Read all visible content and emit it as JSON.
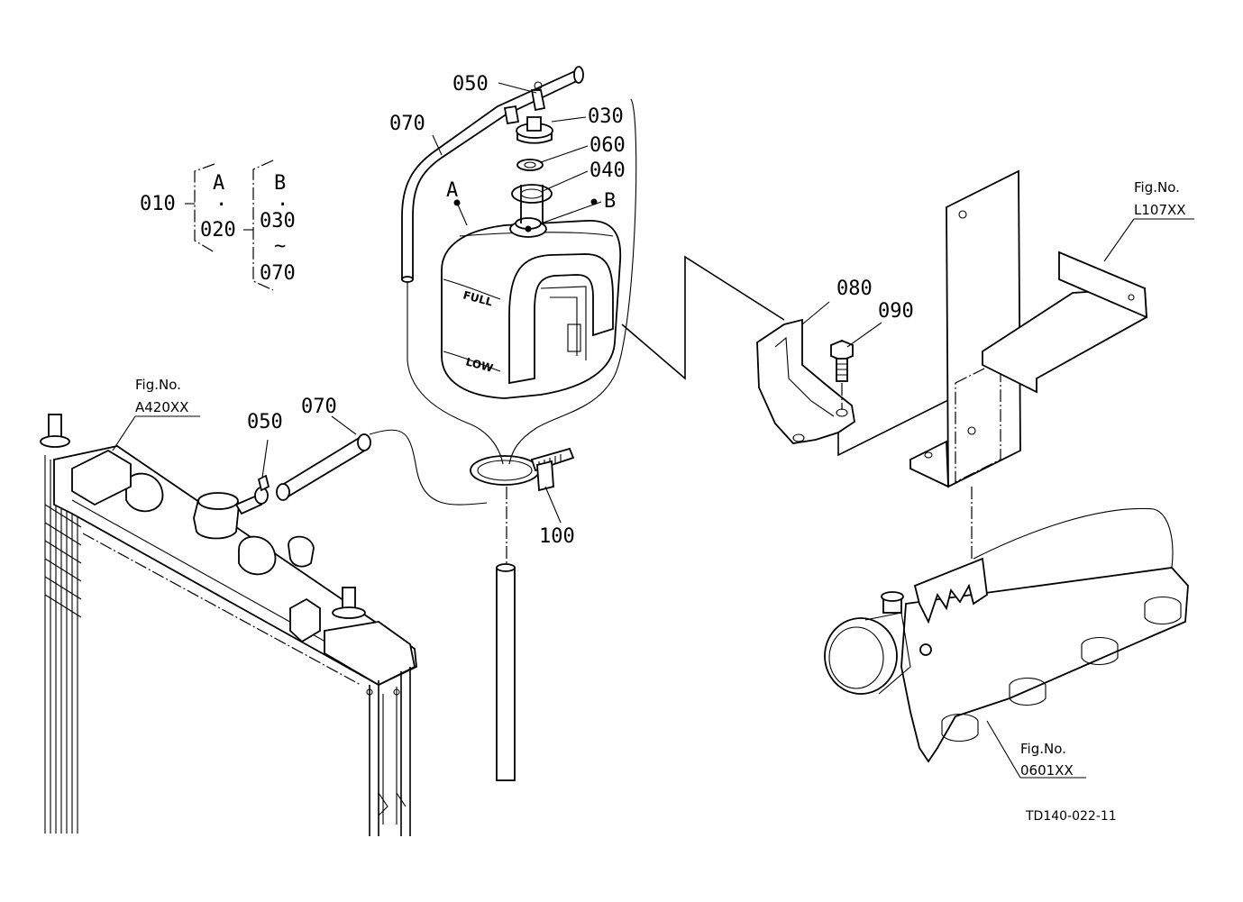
{
  "legend": {
    "root": "010",
    "group_a": {
      "letter": "A",
      "dot": "·",
      "item": "020"
    },
    "group_b": {
      "letter": "B",
      "dot": "·",
      "from": "030",
      "tilde": "~",
      "to": "070"
    }
  },
  "callouts": {
    "c050_top": "050",
    "c030": "030",
    "c070_top": "070",
    "c060": "060",
    "c040": "040",
    "markA": "A",
    "markB": "B",
    "c080": "080",
    "c090": "090",
    "c050_left": "050",
    "c070_left": "070",
    "c100": "100"
  },
  "gauge": {
    "full": "FULL",
    "low": "LOW"
  },
  "fig_refs": {
    "l107": {
      "prefix": "Fig.No.",
      "code": "L107XX"
    },
    "a420": {
      "prefix": "Fig.No.",
      "code": "A420XX"
    },
    "r0601": {
      "prefix": "Fig.No.",
      "code": "0601XX"
    }
  },
  "drawing_id": "TD140-022-11"
}
